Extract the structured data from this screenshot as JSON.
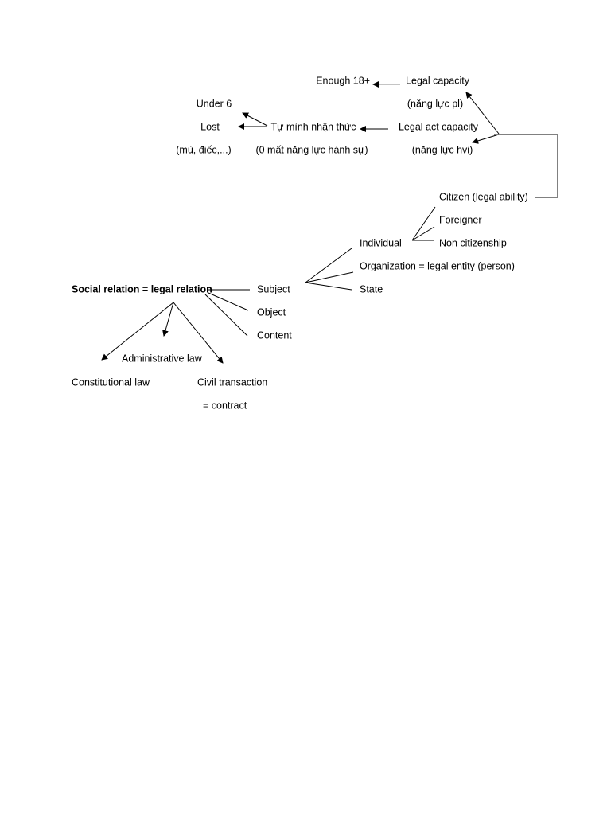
{
  "diagram": {
    "root": "Social relation = legal relation",
    "branches": {
      "subject": "Subject",
      "object": "Object",
      "content": "Content"
    },
    "law_types": {
      "administrative": "Administrative law",
      "constitutional": "Constitutional law",
      "civil": "Civil transaction",
      "civil_note": "= contract"
    },
    "subject_types": {
      "individual": "Individual",
      "organization": "Organization = legal entity (person)",
      "state": "State"
    },
    "individual_types": {
      "citizen": "Citizen (legal ability)",
      "foreigner": "Foreigner",
      "non_citizen": "Non citizenship"
    },
    "capacity": {
      "legal": "Legal capacity",
      "legal_vi": "(năng lực pl)",
      "enough": "Enough 18+",
      "act": "Legal act capacity",
      "act_vi": "(năng lực hvi)",
      "self_aware": "Tự mình nhận thức",
      "no_capacity": "(0 mất năng lực hành sự)",
      "under6": "Under 6",
      "lost": "Lost",
      "lost_examples": "(mù, điếc,...)"
    }
  }
}
